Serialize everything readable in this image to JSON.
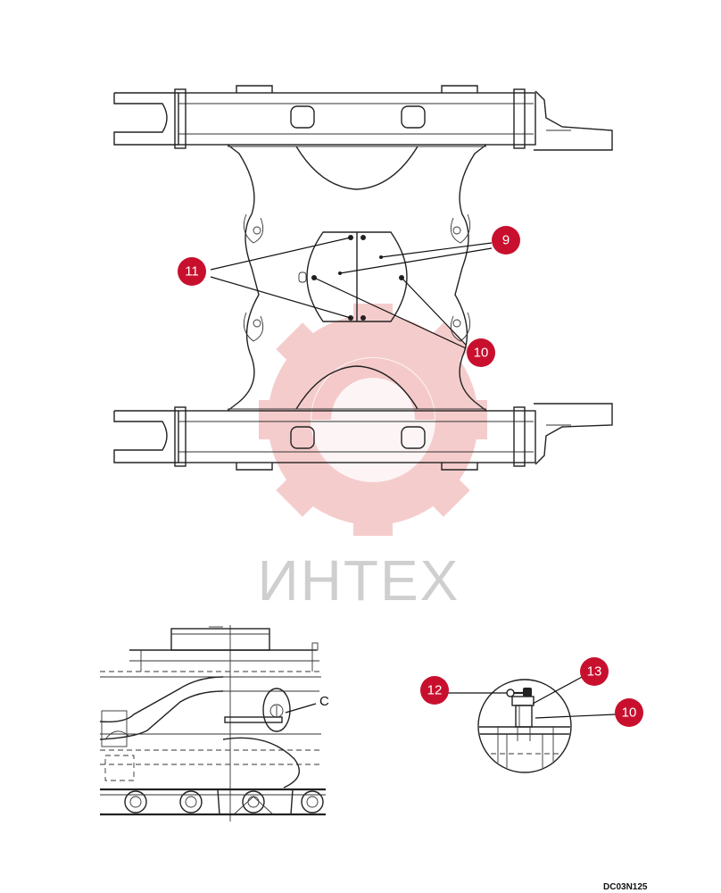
{
  "watermark": {
    "text": "ИНТЕХ",
    "gear_color": "#f4c4c4",
    "text_color": "#cfcfcf"
  },
  "callout_color": "#c8102e",
  "callouts": [
    {
      "id": "c9",
      "label": "9"
    },
    {
      "id": "c10a",
      "label": "10"
    },
    {
      "id": "c11",
      "label": "11"
    },
    {
      "id": "c12",
      "label": "12"
    },
    {
      "id": "c13",
      "label": "13"
    },
    {
      "id": "c10b",
      "label": "10"
    }
  ],
  "detail_letter": "C",
  "drawing_code": "DC03N125"
}
